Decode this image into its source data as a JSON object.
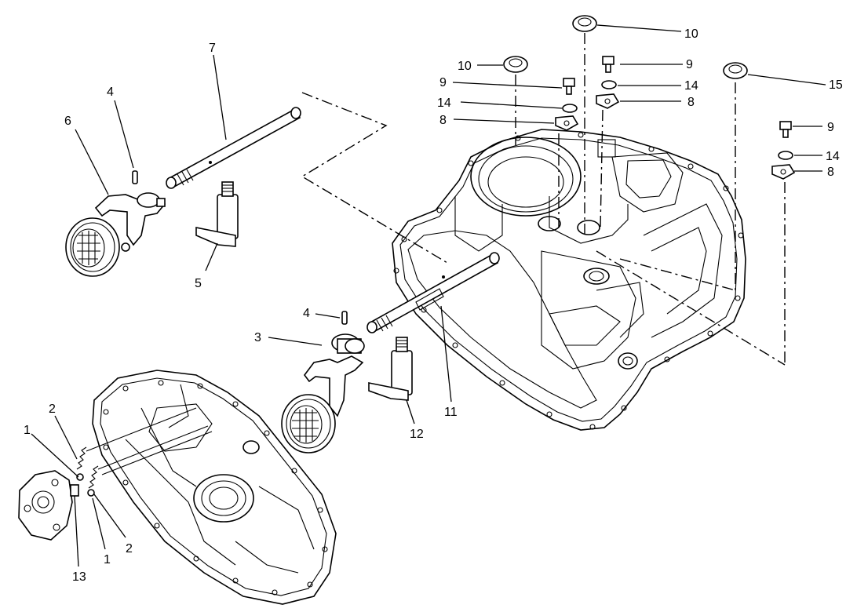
{
  "callouts": [
    {
      "id": "c10a",
      "label": "10"
    },
    {
      "id": "c10b",
      "label": "10"
    },
    {
      "id": "c9a",
      "label": "9"
    },
    {
      "id": "c9b",
      "label": "9"
    },
    {
      "id": "c9c",
      "label": "9"
    },
    {
      "id": "c14a",
      "label": "14"
    },
    {
      "id": "c14b",
      "label": "14"
    },
    {
      "id": "c14c",
      "label": "14"
    },
    {
      "id": "c8a",
      "label": "8"
    },
    {
      "id": "c8b",
      "label": "8"
    },
    {
      "id": "c8c",
      "label": "8"
    },
    {
      "id": "c15",
      "label": "15"
    },
    {
      "id": "c7",
      "label": "7"
    },
    {
      "id": "c4a",
      "label": "4"
    },
    {
      "id": "c4b",
      "label": "4"
    },
    {
      "id": "c6",
      "label": "6"
    },
    {
      "id": "c5",
      "label": "5"
    },
    {
      "id": "c3",
      "label": "3"
    },
    {
      "id": "c11",
      "label": "11"
    },
    {
      "id": "c12",
      "label": "12"
    },
    {
      "id": "c2a",
      "label": "2"
    },
    {
      "id": "c2b",
      "label": "2"
    },
    {
      "id": "c1a",
      "label": "1"
    },
    {
      "id": "c1b",
      "label": "1"
    },
    {
      "id": "c13",
      "label": "13"
    }
  ]
}
